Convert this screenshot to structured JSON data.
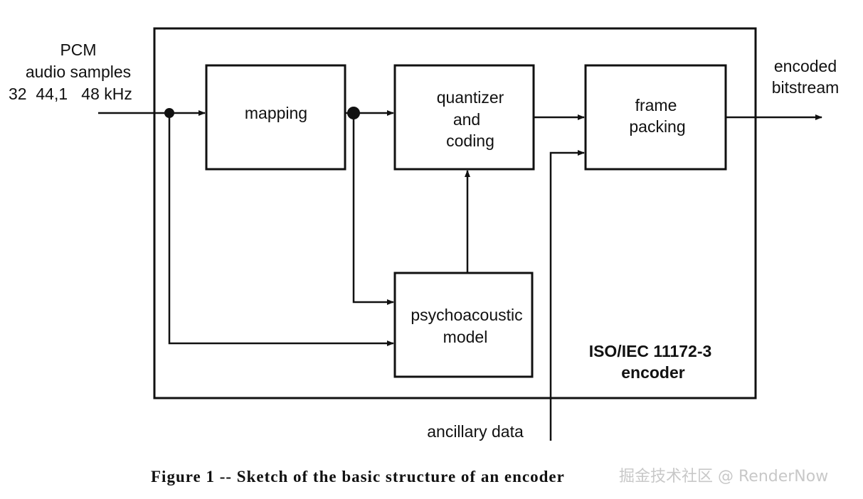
{
  "input": {
    "line1": "PCM",
    "line2": "audio samples",
    "line3": "32  44,1   48 kHz"
  },
  "output": {
    "line1": "encoded",
    "line2": "bitstream"
  },
  "blocks": {
    "mapping": "mapping",
    "quantizer": [
      "quantizer",
      "and",
      "coding"
    ],
    "frame_packing": [
      "frame",
      "packing"
    ],
    "psychoacoustic": [
      "psychoacoustic",
      "model"
    ]
  },
  "encoder_label": [
    "ISO/IEC 11172-3",
    "encoder"
  ],
  "ancillary": "ancillary data",
  "caption": "Figure 1 -- Sketch of the basic structure of an encoder",
  "watermark": "掘金技术社区 @ RenderNow"
}
